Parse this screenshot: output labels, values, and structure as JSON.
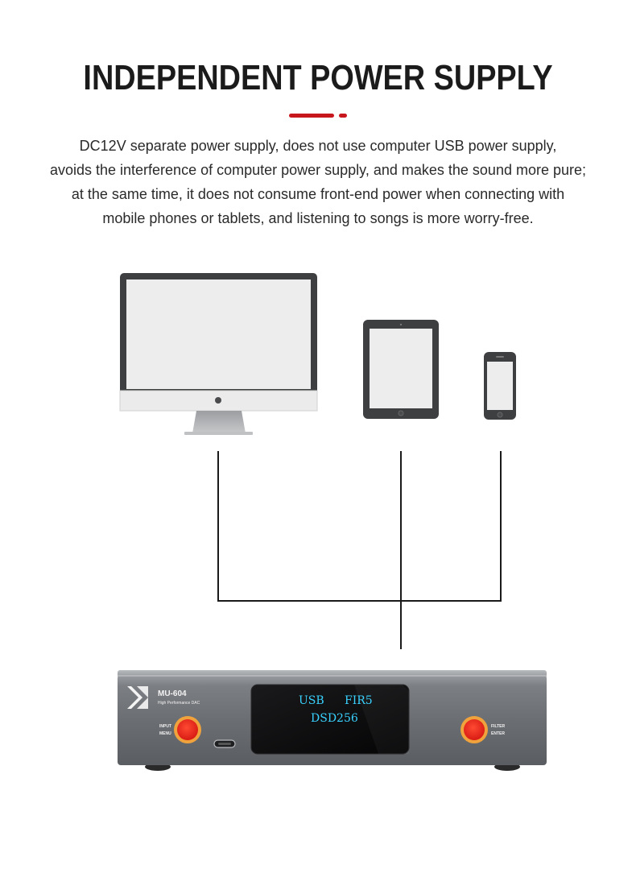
{
  "heading": "INDEPENDENT POWER SUPPLY",
  "description": [
    "DC12V separate power supply, does not use computer USB power supply,",
    "avoids the interference of computer power supply, and makes the sound more pure;",
    "at the same time, it does not consume front-end power when connecting with",
    "mobile phones or tablets, and listening to songs is more worry-free."
  ],
  "device": {
    "model": "MU-604",
    "subtitle": "High Performance DAC",
    "display": {
      "input": "USB",
      "filter": "FIR5",
      "format": "DSD256"
    },
    "left_button": {
      "line1": "INPUT",
      "line2": "MENU"
    },
    "right_button": {
      "line1": "FILTER",
      "line2": "ENTER"
    }
  },
  "colors": {
    "accent": "#c8161d",
    "display_text": "#39d2ff",
    "button_red": "#e8281e",
    "button_ring": "#f3a23a",
    "chassis": "#6f7276"
  },
  "icons": [
    "desktop-monitor-icon",
    "tablet-icon",
    "smartphone-icon",
    "brand-logo-icon"
  ]
}
